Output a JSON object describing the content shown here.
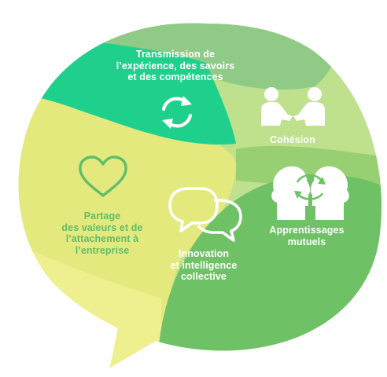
{
  "colors": {
    "outer_light": "#bfe08d",
    "top_band": "#8fcb86",
    "teal": "#1fd08c",
    "yellow": "#e4e97e",
    "yellow_light": "#eef08f",
    "green_mid": "#98cf73",
    "green_dark": "#6fc165",
    "heart_stroke": "#5fbd6a",
    "label_green": "#5fbd6a",
    "white": "#ffffff"
  },
  "sections": [
    {
      "id": "transmission",
      "icon": "refresh-arrows-icon",
      "lines": [
        "Transmission de",
        "l’expérience, des savoirs",
        "et des compétences"
      ]
    },
    {
      "id": "cohesion",
      "icon": "handshake-people-icon",
      "lines": [
        "Cohésion"
      ]
    },
    {
      "id": "partage",
      "icon": "heart-icon",
      "lines": [
        "Partage",
        "des valeurs et de",
        "l’attachement à",
        "l’entreprise"
      ]
    },
    {
      "id": "innovation",
      "icon": "speech-bubbles-icon",
      "lines": [
        "Innovation",
        "et intelligence",
        "collective"
      ]
    },
    {
      "id": "apprentissages",
      "icon": "mutual-learning-heads-icon",
      "lines": [
        "Apprentissages",
        "mutuels"
      ]
    }
  ]
}
